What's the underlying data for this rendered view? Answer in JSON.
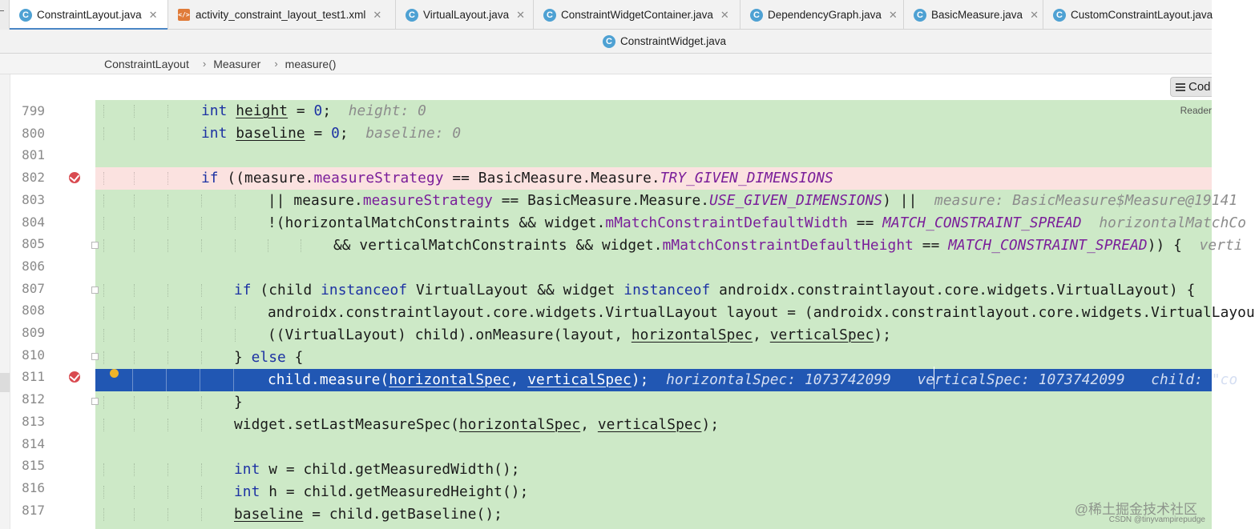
{
  "tabs": [
    {
      "label": "ConstraintLayout.java",
      "icon": "java-class-icon",
      "active": true
    },
    {
      "label": "activity_constraint_layout_test1.xml",
      "icon": "xml-file-icon",
      "active": false
    },
    {
      "label": "VirtualLayout.java",
      "icon": "java-class-icon",
      "active": false
    },
    {
      "label": "ConstraintWidgetContainer.java",
      "icon": "java-class-icon",
      "active": false
    },
    {
      "label": "DependencyGraph.java",
      "icon": "java-class-icon",
      "active": false
    },
    {
      "label": "BasicMeasure.java",
      "icon": "java-class-icon",
      "active": false
    },
    {
      "label": "CustomConstraintLayout.java",
      "icon": "java-class-icon",
      "active": false
    }
  ],
  "tabs_row2": [
    {
      "label": "ConstraintWidget.java",
      "icon": "java-class-icon"
    }
  ],
  "file_icon_letter": "C",
  "breadcrumb": [
    "ConstraintLayout",
    "Measurer",
    "measure()"
  ],
  "breadcrumb_separator": "›",
  "toolbar": {
    "code_label": "Cod",
    "reader_label": "Reader"
  },
  "code": {
    "line_numbers": [
      "799",
      "800",
      "801",
      "802",
      "803",
      "804",
      "805",
      "806",
      "807",
      "808",
      "809",
      "810",
      "811",
      "812",
      "813",
      "814",
      "815",
      "816",
      "817"
    ],
    "breakpoint_lines": [
      "802",
      "811"
    ],
    "execution_line": "811",
    "hints": {
      "799": "height: 0",
      "800": "baseline: 0",
      "803": "measure: BasicMeasure$Measure@19141",
      "804": "horizontalMatchCo",
      "805": "verti",
      "811_h": "horizontalSpec: 1073742099",
      "811_v": "verticalSpec: 1073742099",
      "811_c": "child: \"co"
    }
  },
  "watermark": {
    "main": "@稀土掘金技术社区",
    "sub": "CSDN @tinyvampirepudge"
  },
  "colors": {
    "executed_bg": "#cde9c7",
    "breakpoint_bg": "#fbe2e0",
    "current_line": "#2157b3",
    "keyword": "#1d32a3",
    "field": "#7a1e9a"
  }
}
